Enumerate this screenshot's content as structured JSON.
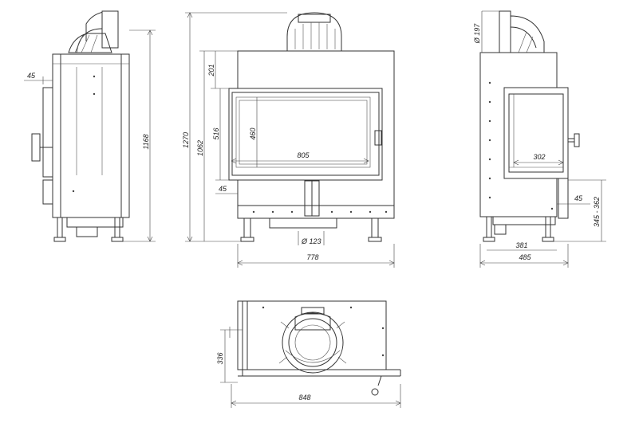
{
  "dimensions": {
    "side_flue_offset": "45",
    "side_total_height": "1168",
    "front_total_height": "1270",
    "front_body_height": "1062",
    "front_top_offset": "201",
    "front_door_height": "516",
    "front_glass_height": "460",
    "front_glass_width": "805",
    "front_bottom_offset": "45",
    "front_outlet_diameter": "Ø 123",
    "front_total_width": "778",
    "right_flue_diameter": "Ø 197",
    "right_glass_width": "302",
    "right_side_offset": "45",
    "right_height_range": "345 - 362",
    "right_inner_depth": "381",
    "right_total_depth": "485",
    "plan_depth": "336",
    "plan_total_width": "848"
  }
}
